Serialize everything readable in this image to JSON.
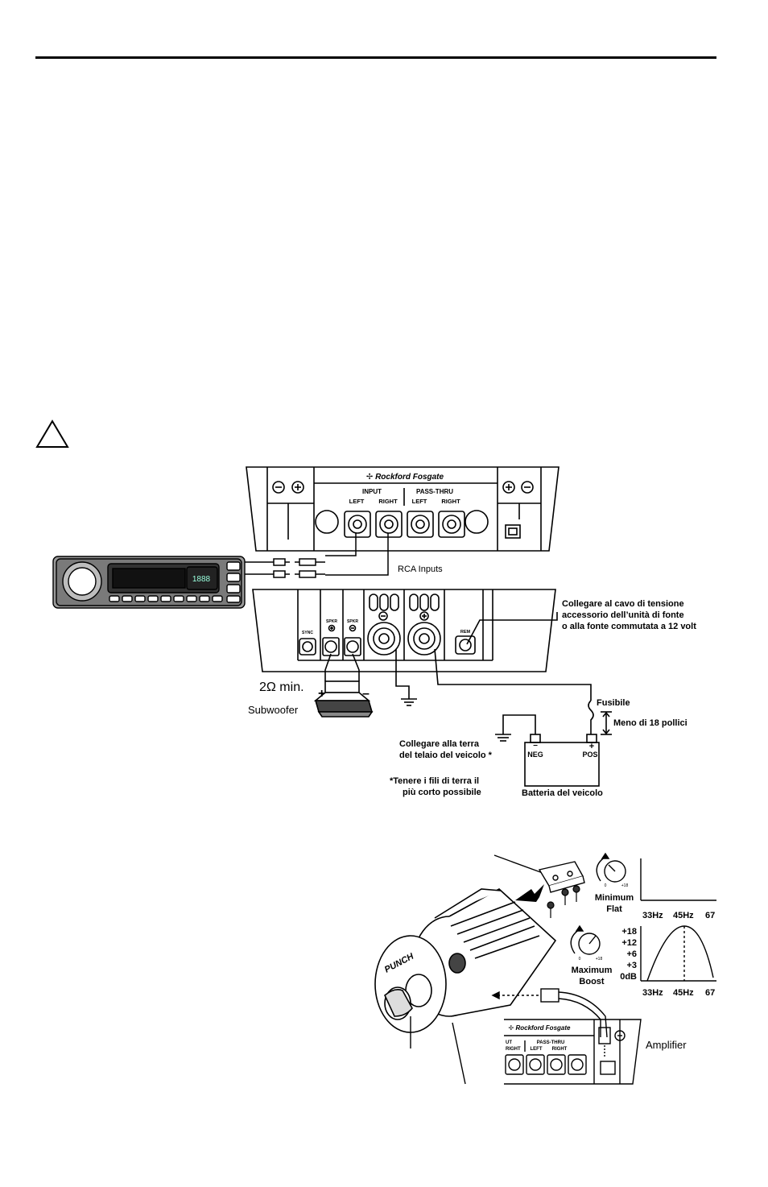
{
  "amp_top": {
    "brand": "Rockford Fosgate",
    "input_label": "INPUT",
    "pass_thru_label": "PASS-THRU",
    "left": "LEFT",
    "right": "RIGHT"
  },
  "rca_inputs_label": "RCA Inputs",
  "amp_bottom": {
    "sync": "SYNC",
    "spkr": "SPKR",
    "rem": "REM"
  },
  "remote_note": [
    "Collegare al cavo di tensione",
    "accessorio dell’unità di fonte",
    "o alla fonte commutata a 12 volt"
  ],
  "impedance": "2Ω min.",
  "subwoofer": "Subwoofer",
  "fuse": "Fusibile",
  "fuse_distance": "Meno di 18 pollici",
  "ground_note": [
    "Collegare alla terra",
    "del telaio del veicolo *"
  ],
  "battery": {
    "neg": "NEG",
    "pos": "POS",
    "label": "Batteria del veicolo",
    "minus": "−",
    "plus": "+"
  },
  "ground_footnote": [
    "*Tenere i fili di terra il",
    "più corto possibile"
  ],
  "punch": {
    "knob_min": [
      "Minimum",
      "Flat"
    ],
    "knob_max": [
      "Maximum",
      "Boost"
    ],
    "knob_scale_min": "0",
    "knob_scale_max": "+18",
    "freq_labels": [
      "33Hz",
      "45Hz",
      "67"
    ],
    "db_labels": [
      "+18",
      "+12",
      "+6",
      "+3",
      "0dB"
    ],
    "remote_brand": "PUNCH",
    "amplifier": "Amplifier",
    "pass_thru": "PASS-THRU",
    "left": "LEFT",
    "right": "RIGHT",
    "ut": "UT"
  },
  "head_unit": {
    "display": "1888"
  }
}
